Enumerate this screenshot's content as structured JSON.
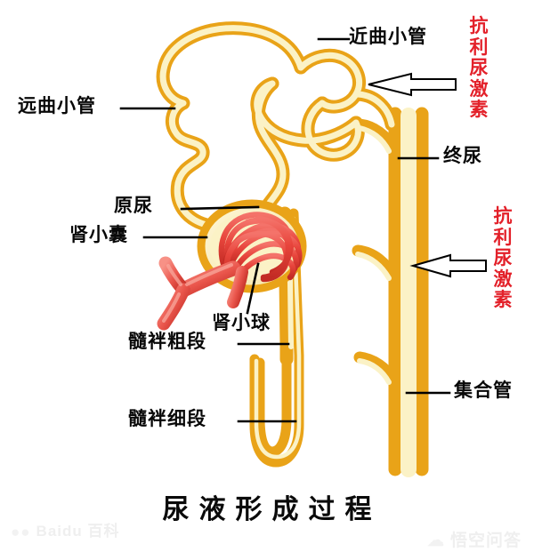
{
  "figure": {
    "title": "尿液形成过程",
    "subject": "nephron-urine-formation-diagram"
  },
  "colors": {
    "tubule_wall": "#e9a318",
    "tubule_lumen": "#fbf2c6",
    "capsule_fill": "#faf0c0",
    "capsule_ring": "#e9a318",
    "glomerulus": "#e8453c",
    "glomerulus_shade": "#c02a23",
    "arteriole": "#ef6a5e",
    "label_text": "#080808",
    "hormone_text": "#e3212a",
    "arrow_stroke": "#000000",
    "arrow_fill": "#ffffff",
    "background": "#ffffff",
    "watermark": "#efefef"
  },
  "labels": [
    {
      "id": "proximal-convoluted-tubule",
      "text": "近曲小管"
    },
    {
      "id": "distal-convoluted-tubule",
      "text": "远曲小管"
    },
    {
      "id": "primary-urine",
      "text": "原尿"
    },
    {
      "id": "bowmans-capsule",
      "text": "肾小囊"
    },
    {
      "id": "glomerulus",
      "text": "肾小球"
    },
    {
      "id": "thick-loop-segment",
      "text": "髓袢粗段"
    },
    {
      "id": "thin-loop-segment",
      "text": "髓袢细段"
    },
    {
      "id": "final-urine",
      "text": "终尿"
    },
    {
      "id": "collecting-duct",
      "text": "集合管"
    }
  ],
  "hormone_annotations": [
    {
      "id": "adh-upper",
      "text": "抗利尿激素",
      "chars": [
        "抗",
        "利",
        "尿",
        "激",
        "素"
      ]
    },
    {
      "id": "adh-lower",
      "text": "抗利尿激素",
      "chars": [
        "抗",
        "利",
        "尿",
        "激",
        "素"
      ]
    }
  ],
  "watermarks": {
    "left": "Baidu 百科",
    "right": "悟空问答"
  }
}
